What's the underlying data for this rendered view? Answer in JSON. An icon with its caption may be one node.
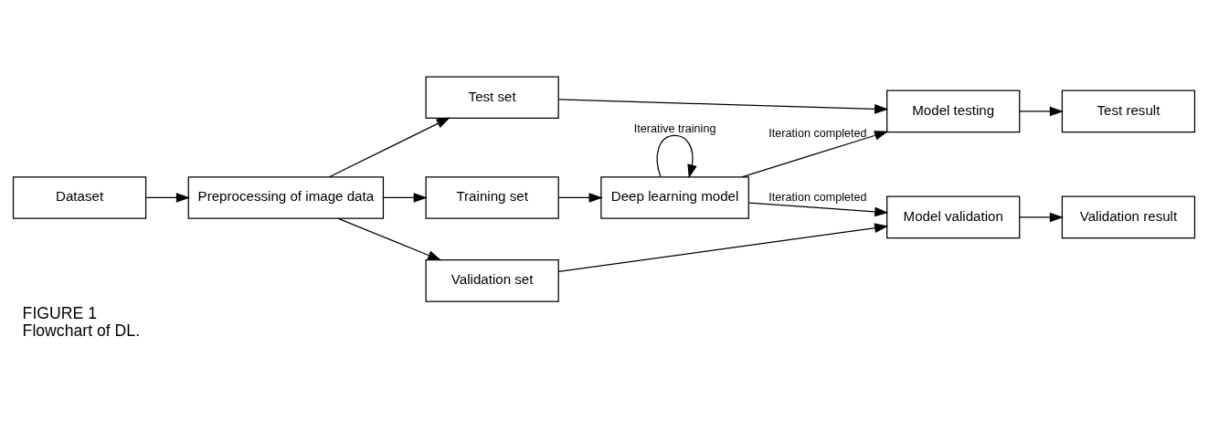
{
  "diagram": {
    "title": "FIGURE 1",
    "caption": "Flowchart of DL.",
    "nodes": [
      {
        "text": [
          "Dataset"
        ]
      },
      {
        "text": [
          "Preprocessing of image data"
        ]
      },
      {
        "text": [
          "Test set"
        ]
      },
      {
        "text": [
          "Training set"
        ]
      },
      {
        "text": [
          "Validation set"
        ]
      },
      {
        "text": [
          "Deep learning model"
        ]
      },
      {
        "text": [
          "Model testing"
        ]
      },
      {
        "text": [
          "Test result"
        ]
      },
      {
        "text": [
          "Model validation"
        ]
      },
      {
        "text": [
          "Validation result"
        ]
      }
    ],
    "edges": [
      {
        "from": 0,
        "to": 1,
        "arrow": "to"
      },
      {
        "from": 1,
        "to": 2,
        "arrow": "to"
      },
      {
        "from": 1,
        "to": 3,
        "arrow": "to"
      },
      {
        "from": 1,
        "to": 4,
        "arrow": "to"
      },
      {
        "from": 2,
        "to": 6,
        "arrow": "to"
      },
      {
        "from": 3,
        "to": 5,
        "arrow": "to"
      },
      {
        "from": 5,
        "to": 5,
        "arrow": "to",
        "label": "Iterative training"
      },
      {
        "from": 5,
        "to": 6,
        "arrow": "to",
        "label": "Iteration completed"
      },
      {
        "from": 5,
        "to": 8,
        "arrow": "to",
        "label": "Iteration completed"
      },
      {
        "from": 6,
        "to": 7,
        "arrow": "to"
      },
      {
        "from": 4,
        "to": 8,
        "arrow": "to"
      },
      {
        "from": 8,
        "to": 9,
        "arrow": "to"
      }
    ]
  }
}
